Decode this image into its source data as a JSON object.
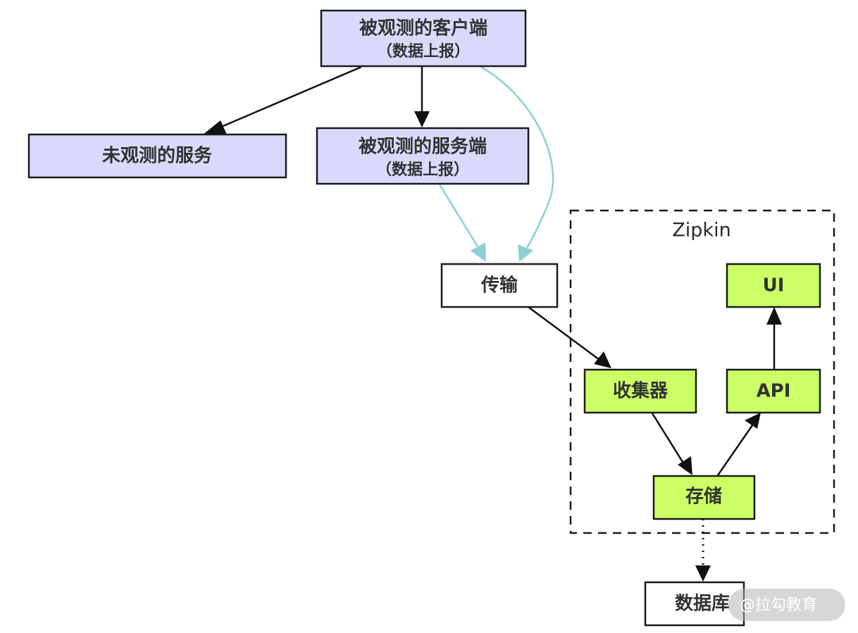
{
  "diagram": {
    "zipkin_label": "Zipkin",
    "nodes": {
      "client": {
        "line1": "被观测的客户端",
        "line2": "（数据上报）"
      },
      "unobserved": {
        "label": "未观测的服务"
      },
      "server": {
        "line1": "被观测的服务端",
        "line2": "（数据上报）"
      },
      "transport": {
        "label": "传输"
      },
      "collector": {
        "label": "收集器"
      },
      "ui": {
        "label": "UI"
      },
      "api": {
        "label": "API"
      },
      "storage": {
        "label": "存储"
      },
      "database": {
        "label": "数据库"
      }
    },
    "colors": {
      "observed_fill": "#d9d9fb",
      "zipkin_fill": "#ccff66",
      "plain_fill": "#ffffff",
      "report_arrow": "#8ecfd2",
      "arrow": "#111111"
    }
  },
  "watermark": {
    "label": "@拉勾教育"
  }
}
